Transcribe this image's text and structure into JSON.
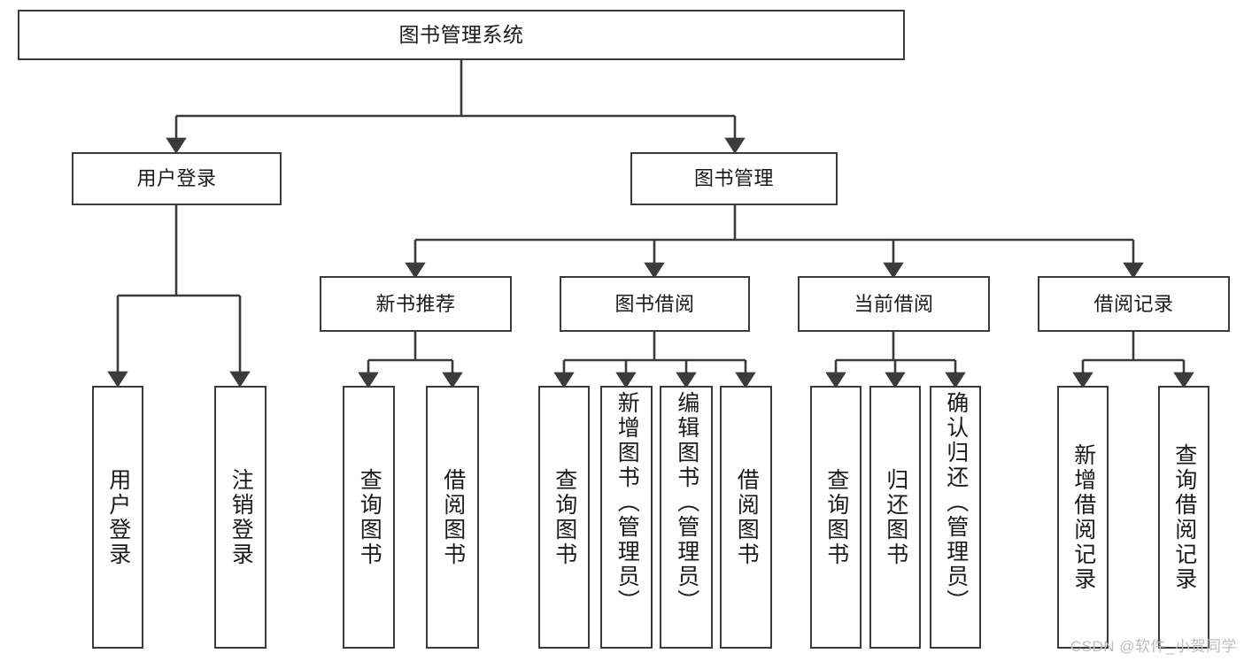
{
  "diagram": {
    "title": "图书管理系统",
    "type": "tree",
    "colors": {
      "stroke": "#3b3b3b",
      "fill": "#ffffff",
      "text": "#1a1a1a",
      "watermark": "#bdbdbd",
      "background": "#ffffff"
    },
    "watermark": "CSDN @软件_小贺同学",
    "nodes": {
      "root": {
        "label": "图书管理系统"
      },
      "level2": [
        {
          "id": "user-login",
          "label": "用户登录"
        },
        {
          "id": "book-manage",
          "label": "图书管理"
        }
      ],
      "level3": [
        {
          "id": "new-book-rec",
          "label": "新书推荐"
        },
        {
          "id": "book-borrow",
          "label": "图书借阅"
        },
        {
          "id": "current-borrow",
          "label": "当前借阅"
        },
        {
          "id": "borrow-record",
          "label": "借阅记录"
        }
      ],
      "leaves": {
        "user-login": [
          {
            "id": "leaf-user-login",
            "label": "用户登录"
          },
          {
            "id": "leaf-logout",
            "label": "注销登录"
          }
        ],
        "new-book-rec": [
          {
            "id": "leaf-query-book-1",
            "label": "查询图书"
          },
          {
            "id": "leaf-borrow-book-1",
            "label": "借阅图书"
          }
        ],
        "book-borrow": [
          {
            "id": "leaf-query-book-2",
            "label": "查询图书"
          },
          {
            "id": "leaf-add-book",
            "label": "新增图书（管理员）"
          },
          {
            "id": "leaf-edit-book",
            "label": "编辑图书（管理员）"
          },
          {
            "id": "leaf-borrow-book-2",
            "label": "借阅图书"
          }
        ],
        "current-borrow": [
          {
            "id": "leaf-query-book-3",
            "label": "查询图书"
          },
          {
            "id": "leaf-return-book",
            "label": "归还图书"
          },
          {
            "id": "leaf-confirm-return",
            "label": "确认归还（管理员）"
          }
        ],
        "borrow-record": [
          {
            "id": "leaf-add-record",
            "label": "新增借阅记录"
          },
          {
            "id": "leaf-query-record",
            "label": "查询借阅记录"
          }
        ]
      }
    }
  }
}
